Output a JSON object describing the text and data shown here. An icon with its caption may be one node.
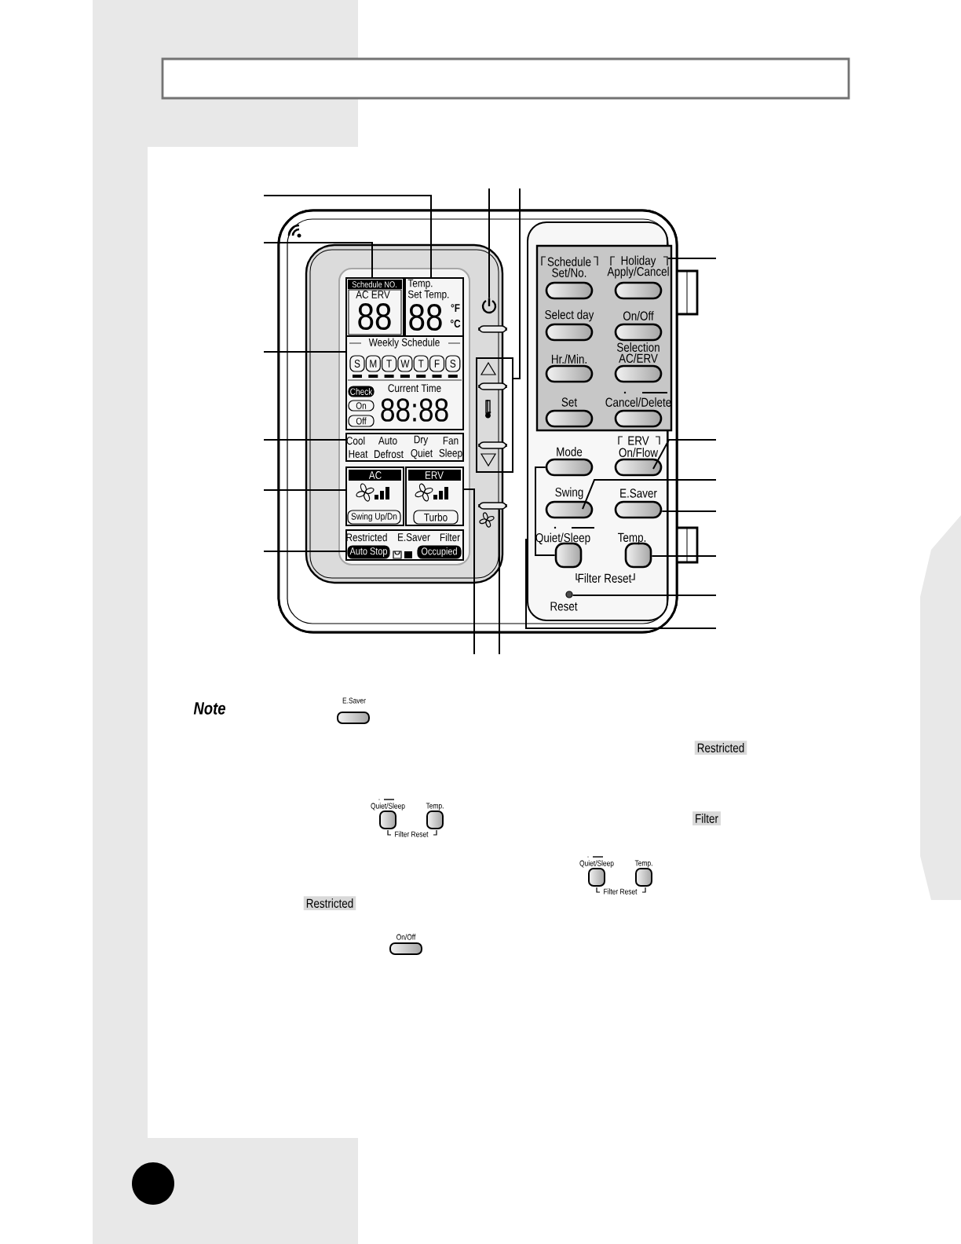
{
  "diagram": {
    "nodes": [
      {
        "text": [
          "Schedule NO.",
          "AC ERV",
          "88"
        ]
      },
      {
        "text": [
          "Temp.",
          "Set Temp.",
          "88",
          "°F",
          "°C"
        ]
      },
      {
        "text": [
          "Weekly Schedule",
          "Current Time",
          "88:88"
        ]
      },
      {
        "text": [
          "S"
        ],
        "in": 2
      },
      {
        "text": [
          "M"
        ],
        "in": 2
      },
      {
        "text": [
          "T"
        ],
        "in": 2
      },
      {
        "text": [
          "W"
        ],
        "in": 2
      },
      {
        "text": [
          "T"
        ],
        "in": 2
      },
      {
        "text": [
          "F"
        ],
        "in": 2
      },
      {
        "text": [
          "S"
        ],
        "in": 2
      },
      {
        "text": [
          "Check"
        ],
        "in": 2
      },
      {
        "text": [
          "On"
        ],
        "in": 2
      },
      {
        "text": [
          "Off"
        ],
        "in": 2
      },
      {
        "text": [
          "Cool",
          "Auto",
          "Dry",
          "Fan",
          "Heat",
          "Defrost",
          "Quiet",
          "Sleep"
        ]
      },
      {
        "text": [
          "AC"
        ]
      },
      {
        "text": [
          "Swing Up/Dn"
        ],
        "in": 14
      },
      {
        "text": [
          "ERV"
        ]
      },
      {
        "text": [
          "Turbo"
        ],
        "in": 16
      },
      {
        "text": [
          "Restricted",
          "E.Saver",
          "Filter"
        ]
      },
      {
        "text": [
          "Auto Stop"
        ],
        "in": 18
      },
      {
        "text": [
          "Occupied"
        ],
        "in": 18
      },
      {
        "text": [],
        "shape": "circle"
      },
      {
        "text": [],
        "shape": "box"
      },
      {
        "text": [],
        "shape": "button"
      },
      {
        "text": [
          "Schedule",
          "Set/No."
        ]
      },
      {
        "text": [
          "Holiday",
          "Apply/Cancel"
        ]
      },
      {
        "text": [
          "Select day"
        ]
      },
      {
        "text": [
          "On/Off"
        ]
      },
      {
        "text": [
          "Hr./Min."
        ]
      },
      {
        "text": [
          "Selection",
          "AC/ERV"
        ]
      },
      {
        "text": [
          "Set"
        ]
      },
      {
        "text": [
          "Cancel/Delete"
        ]
      },
      {
        "text": [
          "Mode"
        ]
      },
      {
        "text": [
          "ERV",
          "On/Flow"
        ]
      },
      {
        "text": [
          "Swing"
        ]
      },
      {
        "text": [
          "E.Saver"
        ]
      },
      {
        "text": [
          "Quiet/Sleep"
        ]
      },
      {
        "text": [
          "Temp."
        ]
      },
      {
        "text": [
          "Reset"
        ]
      }
    ],
    "edges": [
      {
        "from": null,
        "to": 1,
        "arrow": "none"
      },
      {
        "from": null,
        "to": 0,
        "arrow": "none"
      },
      {
        "from": null,
        "to": 2,
        "arrow": "none"
      },
      {
        "from": null,
        "to": 13,
        "arrow": "none"
      },
      {
        "from": null,
        "to": 14,
        "arrow": "none"
      },
      {
        "from": null,
        "to": 18,
        "arrow": "none"
      },
      {
        "from": null,
        "to": 21,
        "arrow": "none"
      },
      {
        "from": null,
        "to": 22,
        "arrow": "none"
      },
      {
        "from": null,
        "to": 16,
        "arrow": "none"
      },
      {
        "from": null,
        "to": 23,
        "arrow": "none"
      },
      {
        "from": null,
        "to": 25,
        "arrow": "none"
      },
      {
        "from": null,
        "to": 33,
        "arrow": "none"
      },
      {
        "from": null,
        "to": 34,
        "arrow": "none"
      },
      {
        "from": null,
        "to": 35,
        "arrow": "none"
      },
      {
        "from": null,
        "to": 37,
        "arrow": "none"
      },
      {
        "from": null,
        "to": 38,
        "arrow": "none"
      },
      {
        "from": 32,
        "to": 36,
        "arrow": "none"
      },
      {
        "from": null,
        "to": 36,
        "arrow": "none"
      }
    ],
    "labels": [
      "Filter Reset",
      "Note",
      "E.Saver",
      "Restricted",
      "Quiet/Sleep",
      "Temp.",
      "Filter Reset",
      "Filter",
      "Quiet/Sleep",
      "Temp.",
      "Filter Reset",
      "Restricted",
      "On/Off"
    ]
  }
}
